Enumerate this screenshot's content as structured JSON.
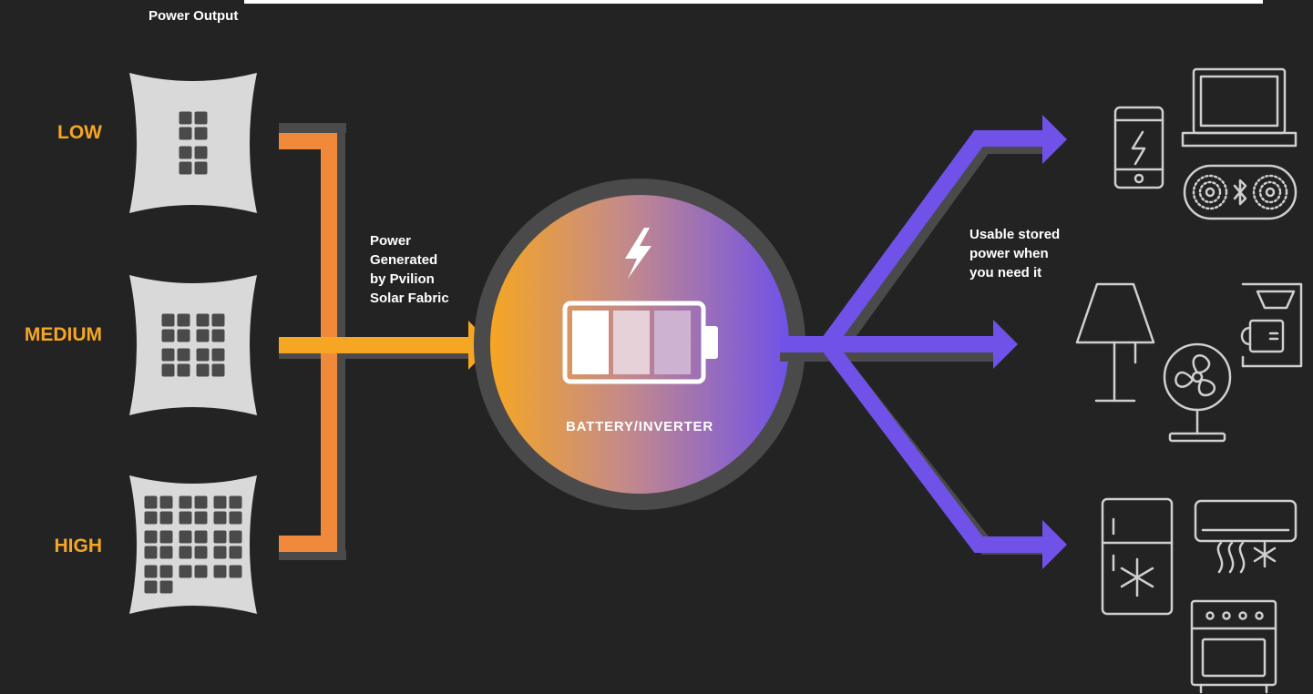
{
  "header": {
    "title": "Power Output"
  },
  "levels": [
    {
      "label": "LOW",
      "cells": 8
    },
    {
      "label": "MEDIUM",
      "cells": 16
    },
    {
      "label": "HIGH",
      "cells": 32
    }
  ],
  "input_text": [
    "Power",
    "Generated",
    "by Pvilion",
    "Solar Fabric"
  ],
  "battery": {
    "label": "BATTERY/INVERTER",
    "cells": 3
  },
  "output_text": [
    "Usable stored",
    "power when",
    "you need it"
  ],
  "colors": {
    "background": "#232323",
    "orange": "#F5A623",
    "orange_dark": "#F08A3A",
    "purple": "#7052E8",
    "panel": "#D9D9D9",
    "cell": "#4A4A4A",
    "track": "#4A4A4A",
    "icon_stroke": "#CFCFCF"
  },
  "icons": {
    "top": [
      "smartphone-icon",
      "laptop-icon",
      "bluetooth-speaker-icon"
    ],
    "middle": [
      "lamp-icon",
      "fan-icon",
      "coffee-maker-icon"
    ],
    "bottom": [
      "refrigerator-icon",
      "air-conditioner-icon",
      "stove-icon"
    ]
  }
}
